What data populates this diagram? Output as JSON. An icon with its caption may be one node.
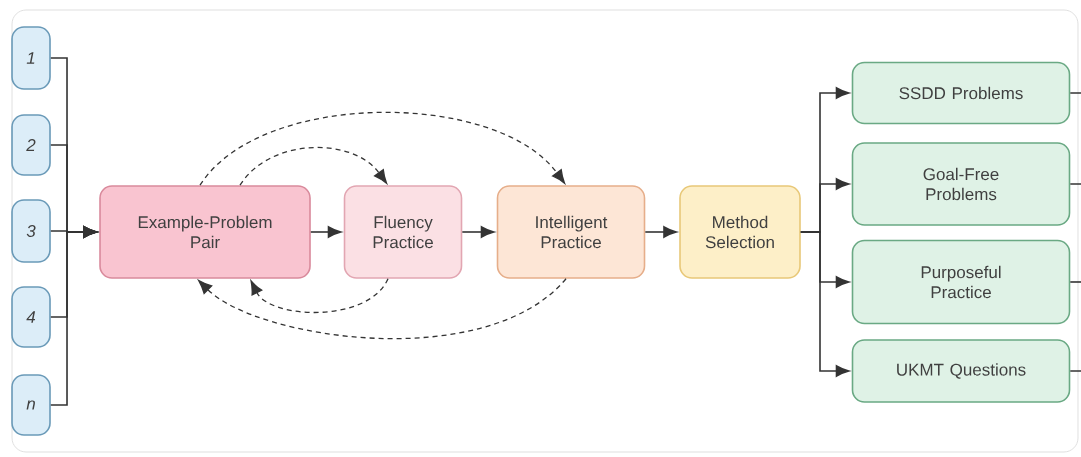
{
  "diagram": {
    "nodes": [
      {
        "text": [
          "1"
        ]
      },
      {
        "text": [
          "2"
        ]
      },
      {
        "text": [
          "3"
        ]
      },
      {
        "text": [
          "4"
        ]
      },
      {
        "text": [
          "n"
        ]
      },
      {
        "text": [
          "Example-Problem Pair"
        ]
      },
      {
        "text": [
          "Fluency Practice"
        ]
      },
      {
        "text": [
          "Intelligent Practice"
        ]
      },
      {
        "text": [
          "Method Selection"
        ]
      },
      {
        "text": [
          "SSDD Problems"
        ]
      },
      {
        "text": [
          "Goal-Free Problems"
        ]
      },
      {
        "text": [
          "Purposeful Practice"
        ]
      },
      {
        "text": [
          "UKMT Questions"
        ]
      }
    ],
    "edges": [
      {
        "from": 0,
        "to": 5,
        "arrow": "to"
      },
      {
        "from": 1,
        "to": 5,
        "arrow": "to"
      },
      {
        "from": 2,
        "to": 5,
        "arrow": "to"
      },
      {
        "from": 3,
        "to": 5,
        "arrow": "to"
      },
      {
        "from": 4,
        "to": 5,
        "arrow": "to"
      },
      {
        "from": 5,
        "to": 6,
        "arrow": "to"
      },
      {
        "from": 6,
        "to": 7,
        "arrow": "to"
      },
      {
        "from": 7,
        "to": 8,
        "arrow": "to"
      },
      {
        "from": 8,
        "to": 9,
        "arrow": "to"
      },
      {
        "from": 8,
        "to": 10,
        "arrow": "to"
      },
      {
        "from": 8,
        "to": 11,
        "arrow": "to"
      },
      {
        "from": 8,
        "to": 12,
        "arrow": "to"
      },
      {
        "from": 5,
        "to": 6,
        "arrow": "to",
        "style": "dashed"
      },
      {
        "from": 5,
        "to": 7,
        "arrow": "to",
        "style": "dashed"
      },
      {
        "from": 6,
        "to": 5,
        "arrow": "to",
        "style": "dashed"
      },
      {
        "from": 7,
        "to": 5,
        "arrow": "to",
        "style": "dashed"
      },
      {
        "from": 9,
        "to": null,
        "arrow": "none"
      },
      {
        "from": 10,
        "to": null,
        "arrow": "none"
      },
      {
        "from": 11,
        "to": null,
        "arrow": "none"
      },
      {
        "from": 12,
        "to": null,
        "arrow": "none"
      }
    ]
  }
}
